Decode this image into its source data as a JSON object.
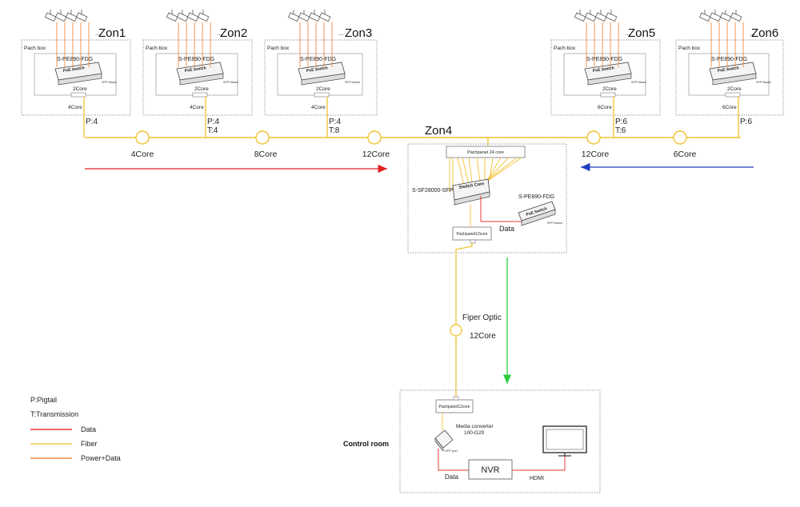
{
  "zones": [
    {
      "name": "Zon1",
      "patch_label": "Pach box",
      "switch_model": "S-PE890-FDG",
      "poe_label": "PoE Switch",
      "sfp_label": "SFP Madul",
      "uplink_core": "2Core",
      "cable_core": "4Core",
      "ports": [
        "P:4"
      ]
    },
    {
      "name": "Zon2",
      "patch_label": "Pach box",
      "switch_model": "S-PE890-FDG",
      "poe_label": "PoE Switch",
      "sfp_label": "SFP Madul",
      "uplink_core": "2Core",
      "cable_core": "4Core",
      "ports": [
        "P:4",
        "T:4"
      ]
    },
    {
      "name": "Zon3",
      "patch_label": "Pach box",
      "switch_model": "S-PE890-FDG",
      "poe_label": "PoE Switch",
      "sfp_label": "SFP Madul",
      "uplink_core": "2Core",
      "cable_core": "4Core",
      "ports": [
        "P:4",
        "T:8"
      ]
    },
    {
      "name": "Zon5",
      "patch_label": "Pach box",
      "switch_model": "S-PE890-FDG",
      "poe_label": "PoE Switch",
      "sfp_label": "SFP Madul",
      "uplink_core": "2Core",
      "cable_core": "6Core",
      "ports": [
        "P:6",
        "T:6"
      ]
    },
    {
      "name": "Zon6",
      "patch_label": "Pach box",
      "switch_model": "S-PE890-FDG",
      "poe_label": "PoE Switch",
      "sfp_label": "SFP Madul",
      "uplink_core": "2Core",
      "cable_core": "6Core",
      "ports": [
        "P:6"
      ]
    }
  ],
  "camera_ellipsis": "...",
  "trunk_labels": [
    "4Core",
    "8Core",
    "12Core",
    "12Core",
    "6Core"
  ],
  "zon4": {
    "title": "Zon4",
    "patch24": "Pachpanel 24 core",
    "core_switch_model": "S-SF28000-SFP",
    "core_switch_label": "Switch Core",
    "poe_model": "S-PE890-FDG",
    "poe_label": "PoE Switch",
    "sfp_label": "SFP Madul",
    "patch12": "Pachpanel12core",
    "data_label": "Data"
  },
  "fiber_link": {
    "label": "Fiper Optic",
    "core": "12Core"
  },
  "control_room": {
    "title": "Control room",
    "patch12": "Pachpanel12core",
    "media_converter_line1": "Media converter",
    "media_converter_line2": "100-G20",
    "sfp_port": "SFP port",
    "nvr": "NVR",
    "data_label": "Data",
    "hdmi_label": "HDMI"
  },
  "legend": {
    "pigtail": "P:Pigtail",
    "transmission": "T:Transmission",
    "items": [
      {
        "label": "Data",
        "color": "#e53935"
      },
      {
        "label": "Fiber",
        "color": "#f5c842"
      },
      {
        "label": "Power+Data",
        "color": "#f08a3c"
      }
    ]
  },
  "colors": {
    "data": "#e53935",
    "fiber": "#f2c230",
    "power_data": "#f08a3c",
    "arrow_red": "#e02020",
    "arrow_blue": "#1f3fbf",
    "arrow_green": "#2ecc40"
  }
}
